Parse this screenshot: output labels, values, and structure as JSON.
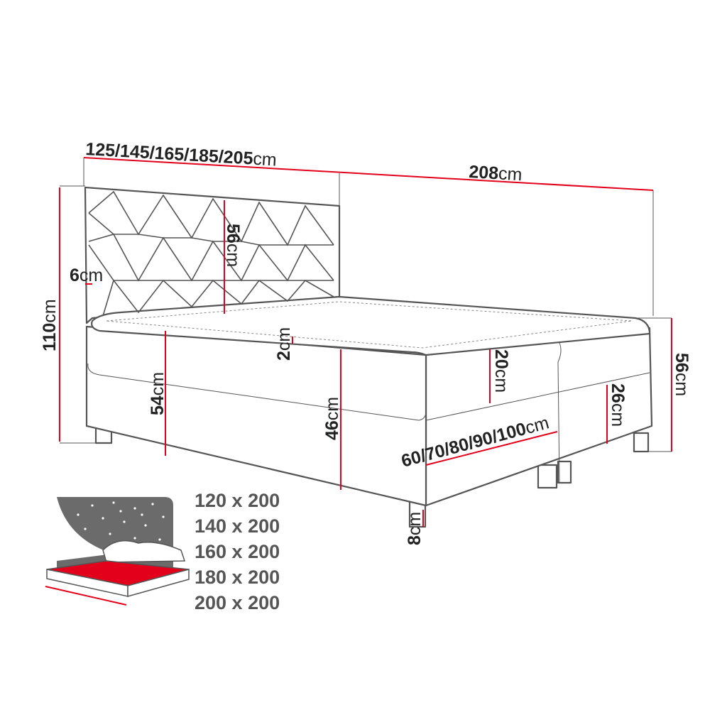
{
  "dimensions": {
    "width_num": "125/145/165/185/205",
    "width_unit": "cm",
    "length_num": "208",
    "length_unit": "cm",
    "total_height_num": "110",
    "total_height_unit": "cm",
    "headboard_visible_num": "56",
    "headboard_visible_unit": "cm",
    "headboard_thickness_num": "6",
    "headboard_thickness_unit": "cm",
    "topper_num": "2",
    "topper_unit": "cm",
    "bed_height_num": "54",
    "bed_height_unit": "cm",
    "box_height_num": "46",
    "box_height_unit": "cm",
    "mattress_num": "20",
    "mattress_unit": "cm",
    "base_num": "26",
    "base_unit": "cm",
    "side_height_num": "56",
    "side_height_unit": "cm",
    "module_width_num": "60/70/80/90/100",
    "module_width_unit": "cm",
    "leg_num": "8",
    "leg_unit": "cm"
  },
  "sizes": [
    "120 x 200",
    "140 x 200",
    "160 x 200",
    "180 x 200",
    "200 x 200"
  ],
  "colors": {
    "accent": "#e3001b",
    "outline": "#555555",
    "panel": "#6b6b6b"
  }
}
